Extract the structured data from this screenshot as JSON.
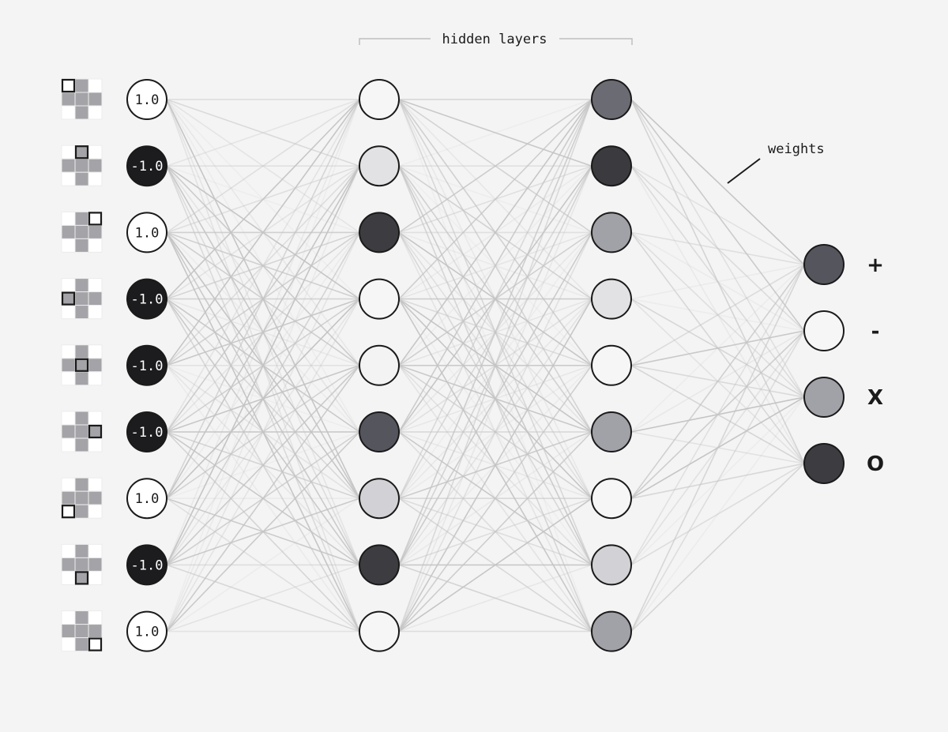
{
  "header": {
    "hidden_layers_label": "hidden layers"
  },
  "annotation": {
    "weights_label": "weights"
  },
  "inputs": [
    {
      "value": "1.0",
      "shade": "#ffffff",
      "text_color": "#1a1a1a",
      "pixel": 0
    },
    {
      "value": "-1.0",
      "shade": "#1c1c1e",
      "text_color": "#ffffff",
      "pixel": 1
    },
    {
      "value": "1.0",
      "shade": "#ffffff",
      "text_color": "#1a1a1a",
      "pixel": 2
    },
    {
      "value": "-1.0",
      "shade": "#1c1c1e",
      "text_color": "#ffffff",
      "pixel": 3
    },
    {
      "value": "-1.0",
      "shade": "#1c1c1e",
      "text_color": "#ffffff",
      "pixel": 4
    },
    {
      "value": "-1.0",
      "shade": "#1c1c1e",
      "text_color": "#ffffff",
      "pixel": 5
    },
    {
      "value": "1.0",
      "shade": "#ffffff",
      "text_color": "#1a1a1a",
      "pixel": 6
    },
    {
      "value": "-1.0",
      "shade": "#1c1c1e",
      "text_color": "#ffffff",
      "pixel": 7
    },
    {
      "value": "1.0",
      "shade": "#ffffff",
      "text_color": "#1a1a1a",
      "pixel": 8
    }
  ],
  "hidden_layer_1": [
    "#f6f6f6",
    "#e2e2e4",
    "#3c3c41",
    "#f6f6f6",
    "#f3f3f3",
    "#55555d",
    "#d2d2d6",
    "#3c3c41",
    "#f6f6f6"
  ],
  "hidden_layer_2": [
    "#6b6b73",
    "#3a3a3f",
    "#a1a1a8",
    "#e2e2e4",
    "#f6f6f6",
    "#a1a1a8",
    "#f6f6f6",
    "#d2d2d6",
    "#a1a1a8"
  ],
  "outputs": [
    {
      "label": "+",
      "shade": "#55555d"
    },
    {
      "label": "-",
      "shade": "#f6f6f6"
    },
    {
      "label": "X",
      "shade": "#a1a1a8"
    },
    {
      "label": "O",
      "shade": "#3c3c41"
    }
  ],
  "glyph_pattern": [
    0,
    1,
    0,
    1,
    1,
    1,
    0,
    1,
    0
  ],
  "colors": {
    "background": "#f4f4f4",
    "glyph_filled": "#a3a3a8",
    "glyph_empty": "#ffffff",
    "highlight_border": "#1a1a1a",
    "node_stroke": "#1a1a1a",
    "connection": "#c4c4c4",
    "bracket": "#bfbfbf"
  }
}
